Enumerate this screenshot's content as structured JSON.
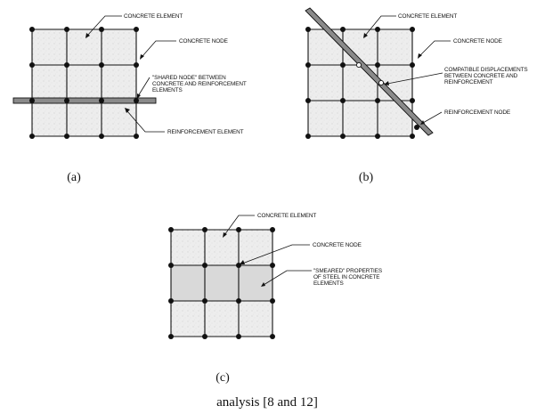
{
  "panels": [
    {
      "id": "a",
      "caption": "(a)",
      "labels": {
        "concrete_element": "CONCRETE ELEMENT",
        "concrete_node": "CONCRETE NODE",
        "shared_node_1": "\"SHARED NODE\" BETWEEN",
        "shared_node_2": "CONCRETE AND REINFORCEMENT",
        "shared_node_3": "ELEMENTS",
        "reinforcement_element": "REINFORCEMENT ELEMENT"
      }
    },
    {
      "id": "b",
      "caption": "(b)",
      "labels": {
        "concrete_element": "CONCRETE ELEMENT",
        "concrete_node": "CONCRETE NODE",
        "compatible_1": "COMPATIBLE DISPLACEMENTS",
        "compatible_2": "BETWEEN CONCRETE AND",
        "compatible_3": "REINFORCEMENT",
        "reinforcement_node": "REINFORCEMENT NODE"
      }
    },
    {
      "id": "c",
      "caption": "(c)",
      "labels": {
        "concrete_element": "CONCRETE ELEMENT",
        "concrete_node": "CONCRETE NODE",
        "smeared_1": "\"SMEARED\" PROPERTIES",
        "smeared_2": "OF STEEL IN CONCRETE",
        "smeared_3": "ELEMENTS"
      }
    }
  ],
  "figure_caption": "analysis [8 and 12]",
  "colors": {
    "concrete_fill": "#ececec",
    "smeared_fill": "#d9d9d9",
    "bar_fill": "#8a8a8a",
    "line": "#111111"
  }
}
